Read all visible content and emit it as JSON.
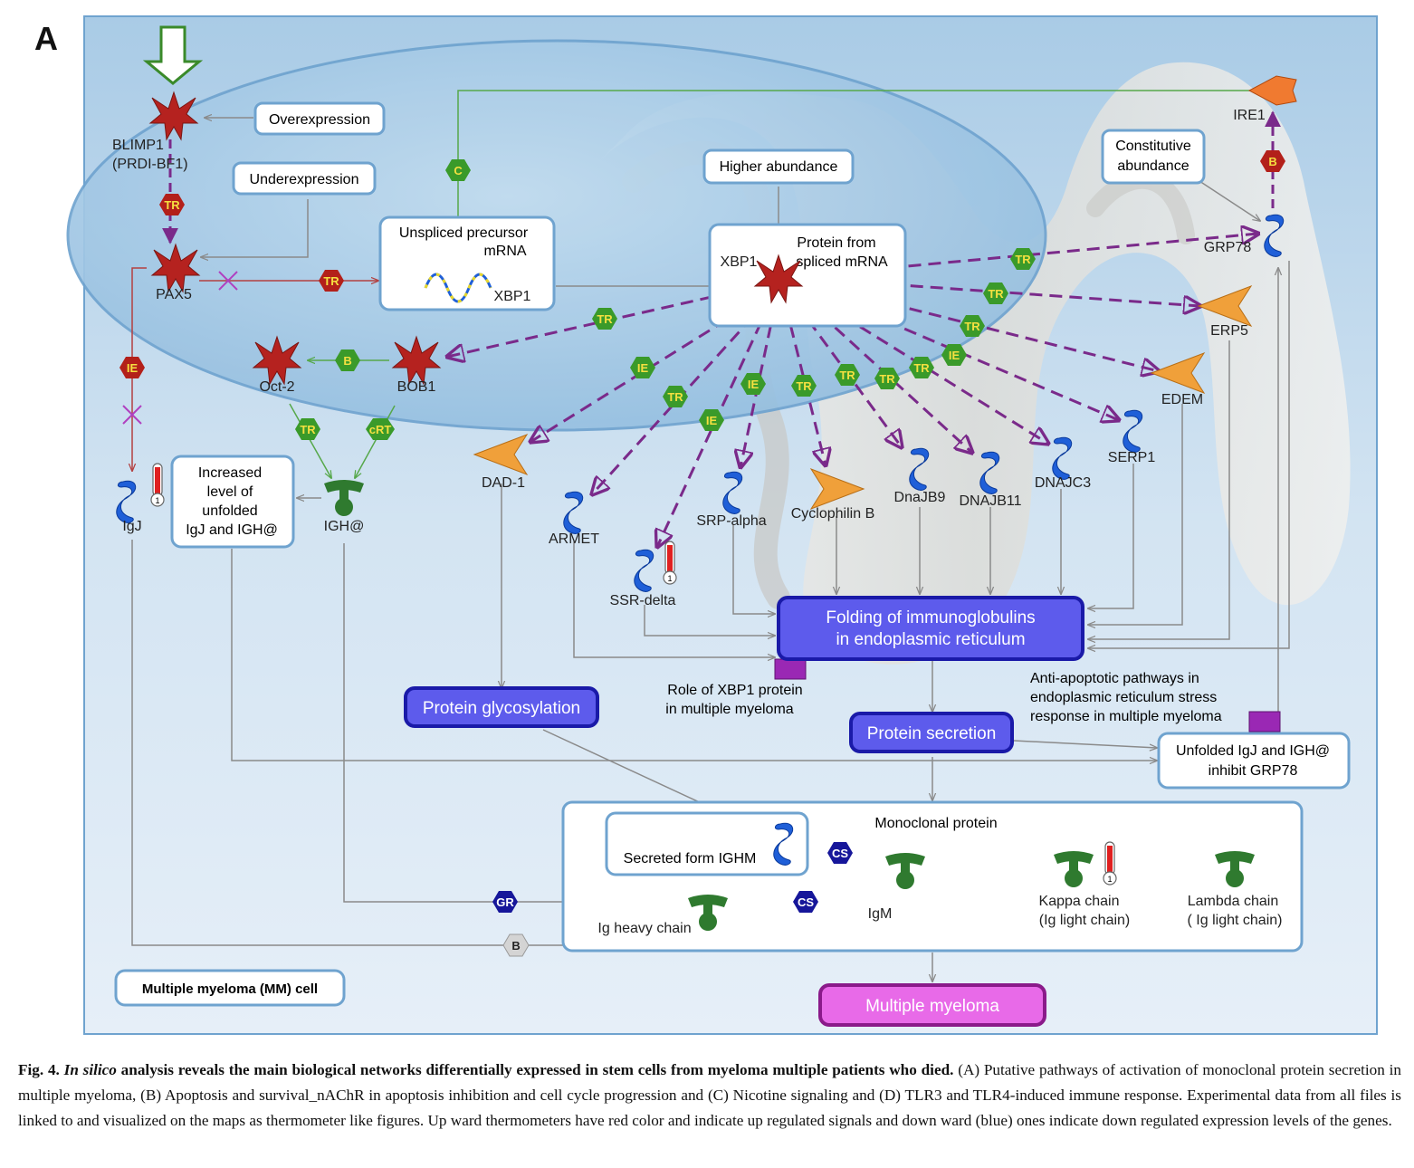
{
  "panel_label": "A",
  "nodes": {
    "blimp1": "BLIMP1",
    "blimp1_alias": "(PRDI-BF1)",
    "pax5": "PAX5",
    "oct2": "Oct-2",
    "bob1": "BOB1",
    "igj": "IgJ",
    "igh": "IGH@",
    "xbp1_mrna": "XBP1",
    "xbp1": "XBP1",
    "ire1": "IRE1",
    "grp78": "GRP78",
    "erp5": "ERP5",
    "edem": "EDEM",
    "serp1": "SERP1",
    "dnajc3": "DNAJC3",
    "dnajb11": "DNAJB11",
    "dnajb9": "DnaJB9",
    "cyclophilin_b": "Cyclophilin B",
    "srp_alpha": "SRP-alpha",
    "ssr_delta": "SSR-delta",
    "armet": "ARMET",
    "dad1": "DAD-1",
    "igm": "IgM",
    "ig_heavy_chain": "Ig heavy chain",
    "kappa_chain_1": "Kappa chain",
    "kappa_chain_2": "(Ig light chain)",
    "lambda_chain_1": "Lambda chain",
    "lambda_chain_2": "( Ig light chain)",
    "secreted_ighm": "Secreted form IGHM",
    "monoclonal_protein": "Monoclonal protein"
  },
  "notes": {
    "overexpression": "Overexpression",
    "underexpression": "Underexpression",
    "unspliced_1": "Unspliced precursor",
    "unspliced_2": "mRNA",
    "higher_abundance": "Higher abundance",
    "protein_from_1": "Protein from",
    "protein_from_2": "spliced mRNA",
    "constitutive_1": "Constitutive",
    "constitutive_2": "abundance",
    "increased_1": "Increased",
    "increased_2": "level of",
    "increased_3": "unfolded",
    "increased_4": "IgJ and IGH@",
    "role_1": "Role of XBP1 protein",
    "role_2": "in multiple myeloma",
    "anti_1": "Anti-apoptotic pathways in",
    "anti_2": "endoplasmic reticulum stress",
    "anti_3": "response in multiple myeloma",
    "unfolded_1": "Unfolded IgJ and IGH@",
    "unfolded_2": "inhibit GRP78",
    "mm_cell": "Multiple myeloma (MM) cell"
  },
  "processes": {
    "folding_1": "Folding of immunoglobulins",
    "folding_2": "in endoplasmic reticulum",
    "glycosylation": "Protein glycosylation",
    "secretion": "Protein secretion",
    "disease": "Multiple myeloma"
  },
  "badges": {
    "TR": "TR",
    "IE": "IE",
    "B": "B",
    "C": "C",
    "cRT": "cRT",
    "CS": "CS",
    "GR": "GR"
  },
  "thermometer_label": "1",
  "caption": {
    "head_1": "Fig. 4. ",
    "head_em": "In silico",
    "head_2": " analysis reveals the main biological networks differentially expressed in stem cells from myeloma multiple patients who died.",
    "body": " (A) Putative pathways of activation of monoclonal protein secretion in multiple myeloma, (B) Apoptosis and survival_nAChR in apoptosis inhibition and cell cycle progression and (C) Nicotine signaling and (D) TLR3 and TLR4-induced immune response. Experimental data from all files is linked to and visualized on the maps as thermometer like figures. Up ward thermometers have red color and indicate up regulated signals and down ward (blue) ones indicate down regulated expression levels of the genes."
  },
  "colors": {
    "background": "#d9e8f4",
    "nucleus": "#a9cde6",
    "er": "#ececec",
    "tf_red": "#b5221f",
    "protein_blue": "#1f5fd8",
    "enzyme_orange": "#f0a03a",
    "ligand_green": "#2f7a2f",
    "edge_purple": "#7a2a8a",
    "process_blue": "#5a5ae8",
    "disease_pink": "#e060e0",
    "badge_green": "#3a9a2a",
    "badge_red": "#b3201a"
  }
}
